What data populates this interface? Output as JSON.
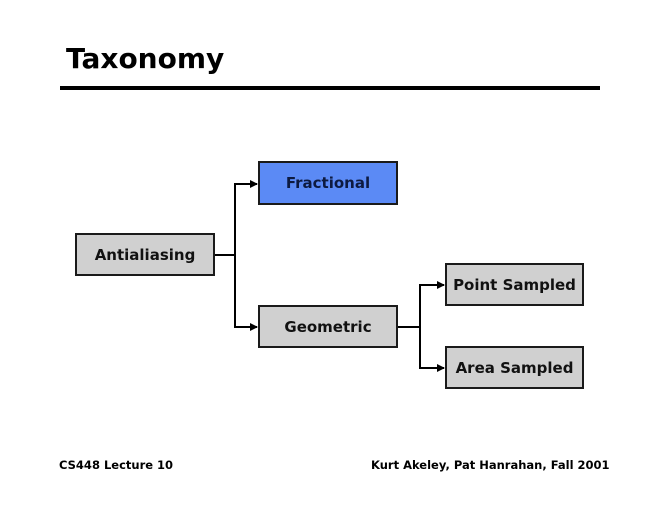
{
  "slide": {
    "title": "Taxonomy",
    "footer_left": "CS448 Lecture 10",
    "footer_right": "Kurt Akeley, Pat Hanrahan, Fall 2001"
  },
  "diagram": {
    "type": "tree",
    "nodes": [
      {
        "id": "antialiasing",
        "label": "Antialiasing",
        "fill": "#d0d0d0"
      },
      {
        "id": "fractional",
        "label": "Fractional",
        "fill": "#5b8af5"
      },
      {
        "id": "geometric",
        "label": "Geometric",
        "fill": "#d0d0d0"
      },
      {
        "id": "point-sampled",
        "label": "Point Sampled",
        "fill": "#d0d0d0"
      },
      {
        "id": "area-sampled",
        "label": "Area Sampled",
        "fill": "#d0d0d0"
      }
    ],
    "edges": [
      {
        "from": "antialiasing",
        "to": "fractional"
      },
      {
        "from": "antialiasing",
        "to": "geometric"
      },
      {
        "from": "geometric",
        "to": "point-sampled"
      },
      {
        "from": "geometric",
        "to": "area-sampled"
      }
    ]
  }
}
